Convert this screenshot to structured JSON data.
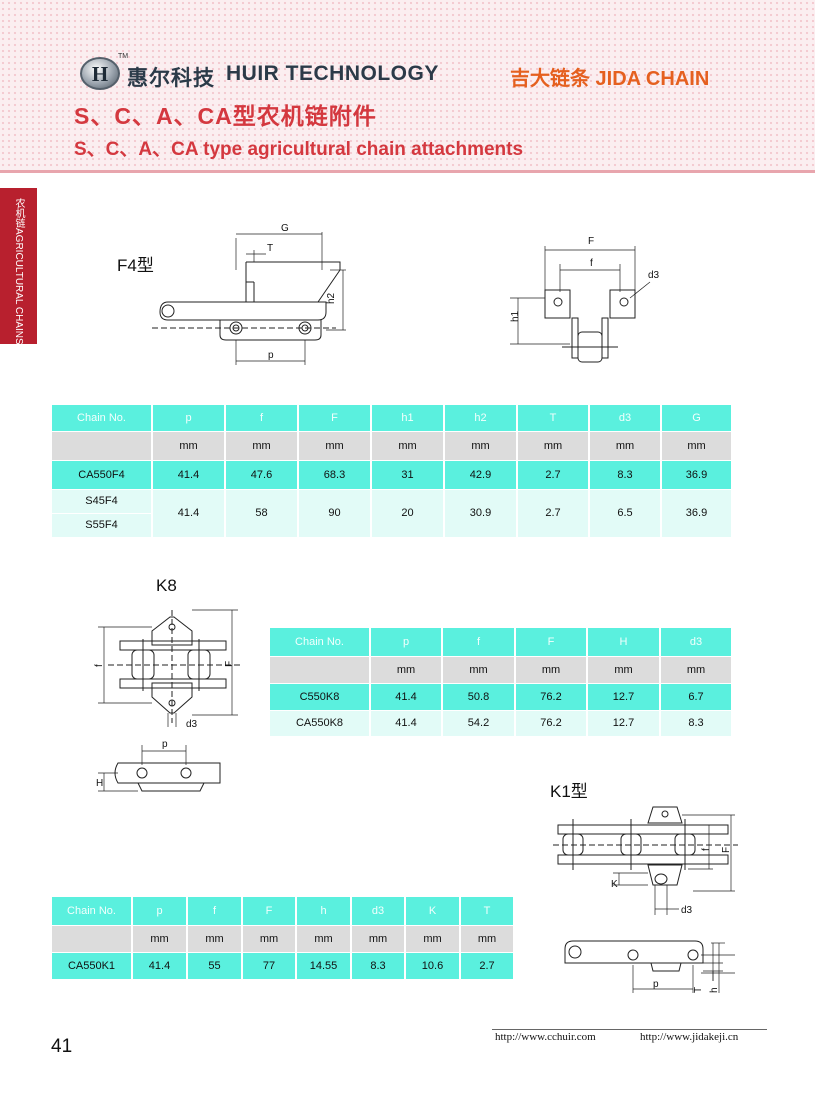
{
  "header": {
    "logo_letter": "H",
    "tm": "TM",
    "brand_cn": "惠尔科技",
    "brand_en": "HUIR TECHNOLOGY",
    "brand2": "吉大链条 JIDA CHAIN",
    "title_cn": "S、C、A、CA型农机链附件",
    "title_en": "S、C、A、CA type agricultural chain attachments"
  },
  "side_tab": "农机链AGRICULTURAL CHAINS",
  "colors": {
    "accent_red": "#d4383f",
    "brand_orange": "#e5601f",
    "table_teal": "#5af0de",
    "tab_red": "#b8202e"
  },
  "f4": {
    "label": "F4型",
    "dims": {
      "G": "G",
      "T": "T",
      "h2": "h2",
      "p": "p",
      "F": "F",
      "f": "f",
      "d3": "d3",
      "h1": "h1"
    },
    "table": {
      "headers": [
        "Chain  No.",
        "p",
        "f",
        "F",
        "h1",
        "h2",
        "T",
        "d3",
        "G"
      ],
      "units": [
        "",
        "mm",
        "mm",
        "mm",
        "mm",
        "mm",
        "mm",
        "mm",
        "mm"
      ],
      "rows": [
        [
          "CA550F4",
          "41.4",
          "47.6",
          "68.3",
          "31",
          "42.9",
          "2.7",
          "8.3",
          "36.9"
        ],
        [
          "S45F4",
          "41.4",
          "58",
          "90",
          "20",
          "30.9",
          "2.7",
          "6.5",
          "36.9"
        ],
        [
          "S55F4"
        ]
      ]
    }
  },
  "k8": {
    "label": "K8",
    "dims": {
      "f": "f",
      "F": "F",
      "d3": "d3",
      "p": "p",
      "H": "H"
    },
    "table": {
      "headers": [
        "Chain  No.",
        "p",
        "f",
        "F",
        "H",
        "d3"
      ],
      "units": [
        "",
        "mm",
        "mm",
        "mm",
        "mm",
        "mm"
      ],
      "rows": [
        [
          "C550K8",
          "41.4",
          "50.8",
          "76.2",
          "12.7",
          "6.7"
        ],
        [
          "CA550K8",
          "41.4",
          "54.2",
          "76.2",
          "12.7",
          "8.3"
        ]
      ]
    }
  },
  "k1": {
    "label": "K1型",
    "dims": {
      "f": "f",
      "F": "F",
      "K": "K",
      "d3": "d3",
      "p": "p",
      "T": "T",
      "h": "h"
    },
    "table": {
      "headers": [
        "Chain No.",
        "p",
        "f",
        "F",
        "h",
        "d3",
        "K",
        "T"
      ],
      "units": [
        "",
        "mm",
        "mm",
        "mm",
        "mm",
        "mm",
        "mm",
        "mm"
      ],
      "rows": [
        [
          "CA550K1",
          "41.4",
          "55",
          "77",
          "14.55",
          "8.3",
          "10.6",
          "2.7"
        ]
      ]
    }
  },
  "footer": {
    "page": "41",
    "url1": "http://www.cchuir.com",
    "url2": "http://www.jidakeji.cn"
  }
}
